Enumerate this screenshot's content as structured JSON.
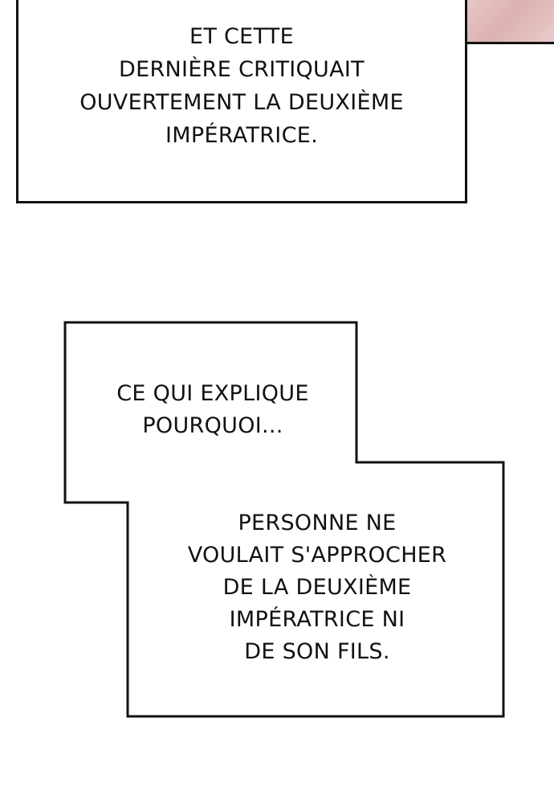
{
  "captions": {
    "box1": {
      "lines": [
        "ET CETTE",
        "DERNIÈRE CRITIQUAIT",
        "OUVERTEMENT LA DEUXIÈME",
        "IMPÉRATRICE."
      ]
    },
    "box2_top": {
      "lines": [
        "CE QUI EXPLIQUE",
        "POURQUOI..."
      ]
    },
    "box2_bottom": {
      "lines": [
        "PERSONNE NE",
        "VOULAIT S'APPROCHER",
        "DE LA DEUXIÈME",
        "IMPÉRATRICE NI",
        "DE SON FILS."
      ]
    }
  },
  "colors": {
    "border": "#111111",
    "background": "#ffffff",
    "art_corner": "#dcb1b1"
  }
}
